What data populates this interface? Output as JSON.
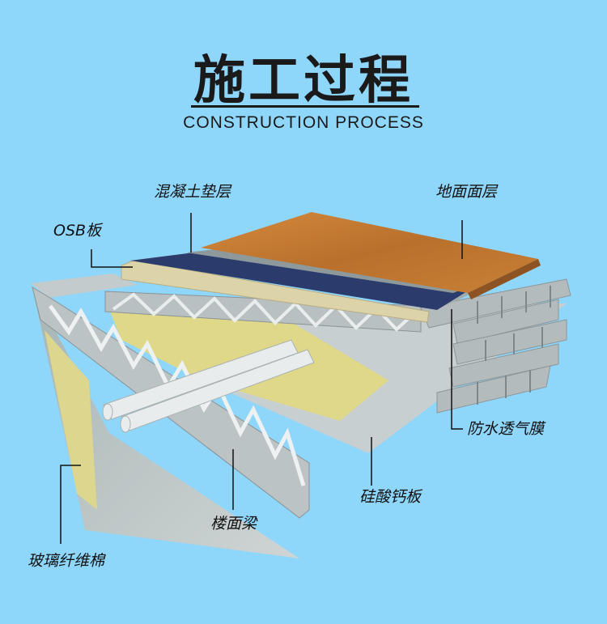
{
  "title": "施工过程",
  "subtitle": "CONSTRUCTION PROCESS",
  "labels": {
    "concrete": "混凝土垫层",
    "floor_surface": "地面面层",
    "osb": "OSB板",
    "membrane": "防水透气膜",
    "calcium_board": "硅酸钙板",
    "floor_beam": "楼面梁",
    "glass_wool": "玻璃纤维棉"
  },
  "colors": {
    "background": "#8fd6fb",
    "steel": "#b9c1c3",
    "wood_floor": "#c27a32",
    "concrete": "#8e999b",
    "membrane": "#2b3c6c",
    "osb": "#ddd2a6",
    "insulation": "#ded98a"
  }
}
